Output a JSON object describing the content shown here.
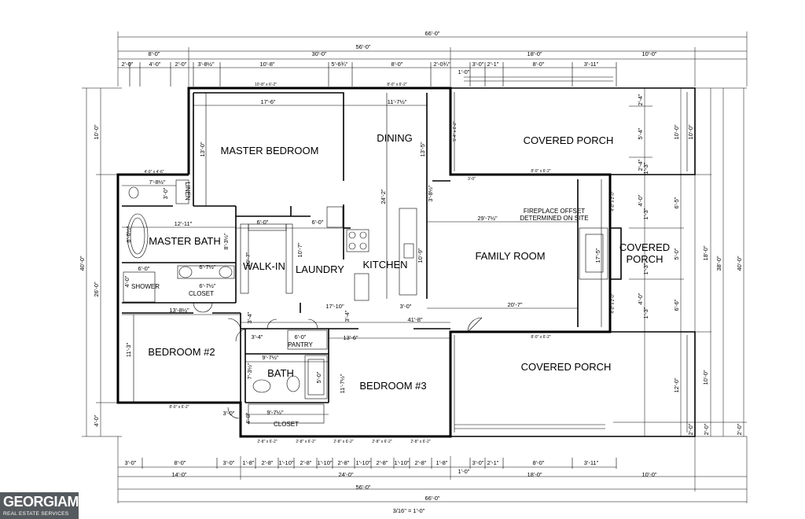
{
  "rooms": {
    "master_bedroom": "MASTER BEDROOM",
    "dining": "DINING",
    "covered_porch_top": "COVERED PORCH",
    "master_bath": "MASTER BATH",
    "walk_in": "WALK-IN",
    "laundry": "LAUNDRY",
    "kitchen": "KITCHEN",
    "family_room": "FAMILY ROOM",
    "covered_porch_side_1": "COVERED",
    "covered_porch_side_2": "PORCH",
    "shower": "SHOWER",
    "closet_master": "CLOSET",
    "linen": "LINEN",
    "bedroom2": "BEDROOM #2",
    "pantry": "PANTRY",
    "bath": "BATH",
    "bedroom3": "BEDROOM #3",
    "closet_bed3": "CLOSET",
    "covered_porch_bottom": "COVERED PORCH"
  },
  "notes": {
    "fireplace_1": "FIREPLACE OFFSET",
    "fireplace_2": "DETERMINED ON SITE"
  },
  "scale": "3/16\" = 1'-0\"",
  "logo": {
    "brand": "GEORGIAMLS",
    "sub": "REAL ESTATE SERVICES"
  },
  "dims_top": {
    "overall": "66'-0\"",
    "r2": [
      "30'-0\"",
      "56'-0\"",
      "18'-0\"",
      "10'-0\""
    ],
    "r3": [
      "8'-0\"",
      "2'-0\"",
      "4'-0\"",
      "2'-0\"",
      "3'-8½\"",
      "10'-8\"",
      "5'-6¾\"",
      "8'-0\"",
      "2'-0¾\"",
      "3'-0\"",
      "2'-1\"",
      "8'-0\"",
      "3'-11\""
    ],
    "r3b": "1'-0\""
  },
  "dims_bottom": {
    "r1": [
      "3'-0\"",
      "8'-0\"",
      "3'-0\"",
      "1'-8\"",
      "2'-8\"",
      "1'-10\"",
      "2'-8\"",
      "1'-10\"",
      "2'-8\"",
      "1'-10\"",
      "2'-8\"",
      "1'-10\"",
      "2'-8\"",
      "1'-8\"",
      "3'-0\"",
      "2'-1\"",
      "8'-0\"",
      "3'-11\""
    ],
    "r1b": "1'-0\"",
    "r2": [
      "14'-0\"",
      "24'-0\"",
      "18'-0\"",
      "10'-0\""
    ],
    "r3": "56'-0\"",
    "r4": "66'-0\""
  },
  "dims_left": [
    "10'-0\"",
    "26'-0\"",
    "4'-0\"",
    "40'-0\""
  ],
  "dims_right": {
    "r1": [
      "2'-4\"",
      "5'-4\"",
      "2'-4\"",
      "1'-3\"",
      "4'-0\"",
      "1'-3\"",
      "1'-3\"",
      "4'-0\"",
      "1'-3\"",
      "2'-0\""
    ],
    "r2": [
      "10'-0\"",
      "6'-5\"",
      "5'-0\"",
      "6'-6\"",
      "12'-0\""
    ],
    "r3": [
      "10'-0\"",
      "18'-0\"",
      "10'-0\"",
      "2'-0\""
    ],
    "r4": [
      "38'-0\""
    ],
    "r5": [
      "40'-0\"",
      "2'-0\""
    ]
  },
  "interior": {
    "mb_width": "17'-6\"",
    "mb_depth": "13'-0\"",
    "dining_width": "11'-7½\"",
    "dining_depth": "13'-5\"",
    "kitchen_depth": "24'-2\"",
    "kitchen_small": "3'-8½\"",
    "family_width": "29'-7½\"",
    "family_depth": "17'-5\"",
    "family_lower": "20'-7\"",
    "island": "10'-9\"",
    "mbath_width": "12'-11\"",
    "mbath_tub": "6'-6½\"",
    "mbath_linen_w": "7'-8½\"",
    "mbath_linen_h": "3'-0\"",
    "mbath_d": "8'-3½\"",
    "vanity": "6'-7½\"",
    "vanity2": "6'-7½\"",
    "shower_w": "6'-0\"",
    "shower_h": "4'-0\"",
    "walkin_w": "6'-0\"",
    "walkin_h": "10'-7\"",
    "laundry_h": "10'-7\"",
    "laundry_w": "6'-0\"",
    "hall_len": "17'-10\"",
    "hall_small": "3'-0\"",
    "hall_h": "3'-4\"",
    "hall_total": "41'-8\"",
    "bed2_w": "13'-8½\"",
    "bed2_h": "11'-3\"",
    "bed2_r": "3'-0\"",
    "pantry_w": "6'-0\"",
    "pantry_h": "3'-4\"",
    "bath_w": "9'-7½\"",
    "bath_h": "7'-3½\"",
    "bath_tub": "5'-0\"",
    "bed3_w": "13'-6\"",
    "bed3_h": "11'-7½\"",
    "closet_w": "9'-7½\"",
    "closet_h": "4'-0\"",
    "bed2_small": "3'-4\""
  },
  "windows": {
    "top_left": "10'-8\" x 6'-2\"",
    "top_mid": "8'-0\" x 6'-2\"",
    "porch_top": "8'-0\" x 6'-2\"",
    "porch_bot": "8'-0\" x 6'-2\"",
    "bath_top": "4'-0\" x 4'-6\"",
    "bed2": "8'-0\" x 6'-2\"",
    "b1": "2'-8\" x 6'-2\"",
    "b2": "2'-8\" x 6'-2\"",
    "b3": "2'-8\" x 6'-2\"",
    "b4": "2'-8\" x 6'-2\"",
    "b5": "2'-8\" x 6'-2\"",
    "dining_side": "5'-4\" x 6'-2\"",
    "fam_side1": "4'-0\" x 2'-0\"",
    "fam_side2": "4'-0\" x 2'-0\"",
    "fp": "3'-0\""
  }
}
